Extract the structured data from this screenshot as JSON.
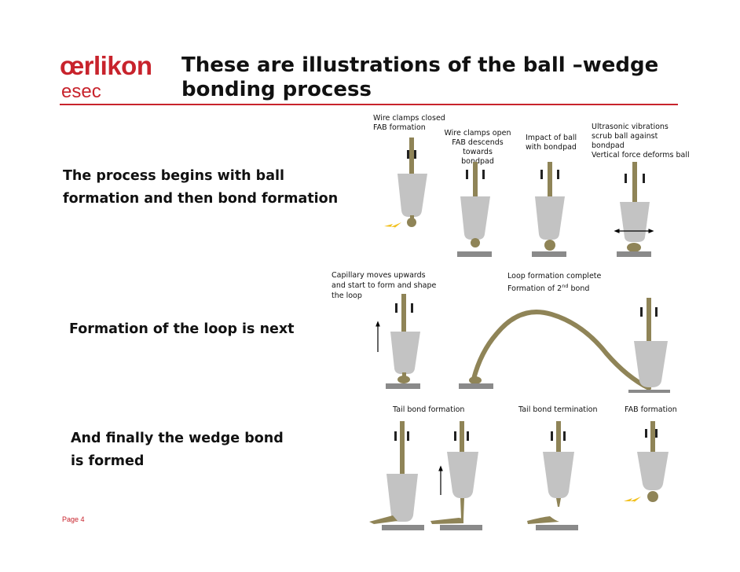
{
  "header": {
    "logo_word": "œrlikon",
    "logo_sub": "esec",
    "title": "These are illustrations of the ball –wedge bonding process"
  },
  "sections": [
    {
      "heading": "The process begins with ball formation and then bond formation"
    },
    {
      "heading": "Formation of the loop is next"
    },
    {
      "heading": "And finally the wedge bond is formed"
    }
  ],
  "captions": {
    "clamps_closed": [
      "Wire clamps closed",
      "FAB formation"
    ],
    "clamps_open": [
      "Wire clamps open",
      "FAB descends towards",
      "bondpad"
    ],
    "impact": [
      "Impact of ball",
      "with bondpad"
    ],
    "ultrasonic": [
      "Ultrasonic vibrations",
      "scrub ball against",
      "bondpad",
      "Vertical force deforms ball"
    ],
    "capillary_up": [
      "Capillary moves upwards",
      "and start to form and shape",
      "the loop"
    ],
    "loop_complete_1": "Loop formation complete",
    "loop_complete_2_pre": "Formation of 2",
    "loop_complete_2_sup": "nd",
    "loop_complete_2_post": " bond",
    "tail_bond": "Tail bond formation",
    "tail_termination": "Tail bond termination",
    "fab_formation": "FAB formation"
  },
  "footer": {
    "page": "Page 4"
  },
  "colors": {
    "brand": "#c8232c",
    "wire": "#8f8457",
    "capillary": "#c3c3c3",
    "pad": "#8a8a8a",
    "spark": "#f2c01c"
  }
}
